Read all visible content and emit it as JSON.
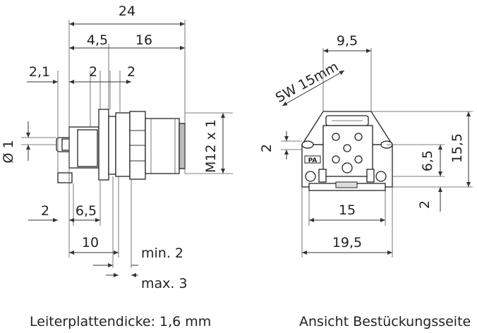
{
  "side_view": {
    "dims": {
      "overall": "24",
      "d45": "4,5",
      "d16": "16",
      "d21": "2,1",
      "d2a": "2",
      "d2b": "2",
      "dia": "Ø 1",
      "d2c": "2",
      "d65": "6,5",
      "d10": "10",
      "thread": "M12 x 1",
      "min2": "min. 2",
      "max3": "max. 3"
    },
    "caption": "Leiterplattendicke: 1,6 mm"
  },
  "front_view": {
    "dims": {
      "d95": "9,5",
      "sw": "SW 15mm",
      "d2a": "2",
      "d155": "15,5",
      "d65": "6,5",
      "d2b": "2",
      "d15": "15",
      "d195": "19,5"
    },
    "logo": "PA",
    "caption": "Ansicht Bestückungsseite"
  }
}
